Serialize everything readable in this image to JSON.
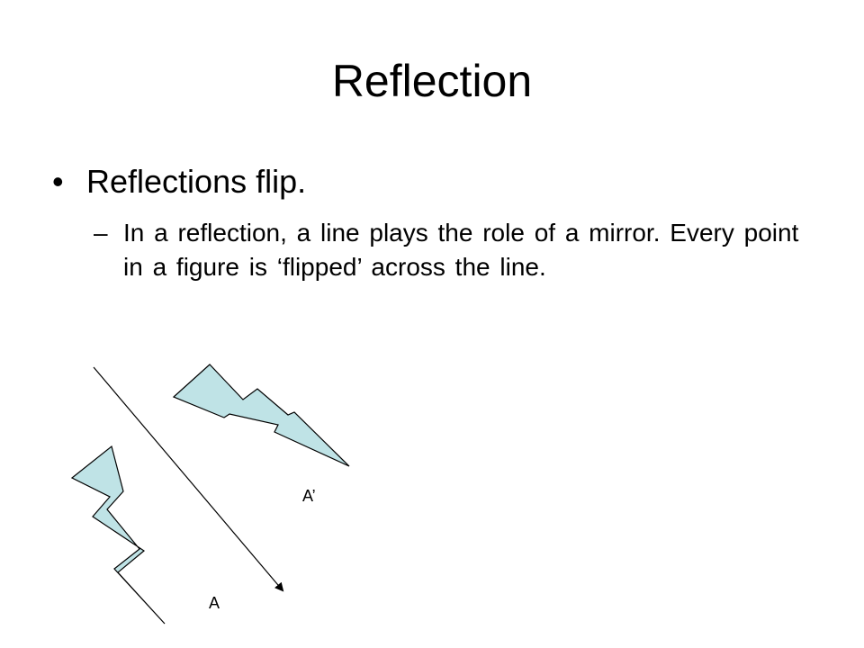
{
  "slide": {
    "title": "Reflection",
    "bullets": [
      {
        "marker": "•",
        "text": "Reflections flip."
      }
    ],
    "sub_bullets": [
      {
        "marker": "–",
        "text": "In a reflection, a line plays the role of a mirror. Every point in a figure is ‘flipped’ across the line."
      }
    ]
  },
  "diagram": {
    "labels": {
      "original": "A",
      "image": "A’"
    },
    "colors": {
      "shape_fill": "#bfe3e6",
      "stroke": "#000000",
      "background": "#ffffff"
    }
  }
}
